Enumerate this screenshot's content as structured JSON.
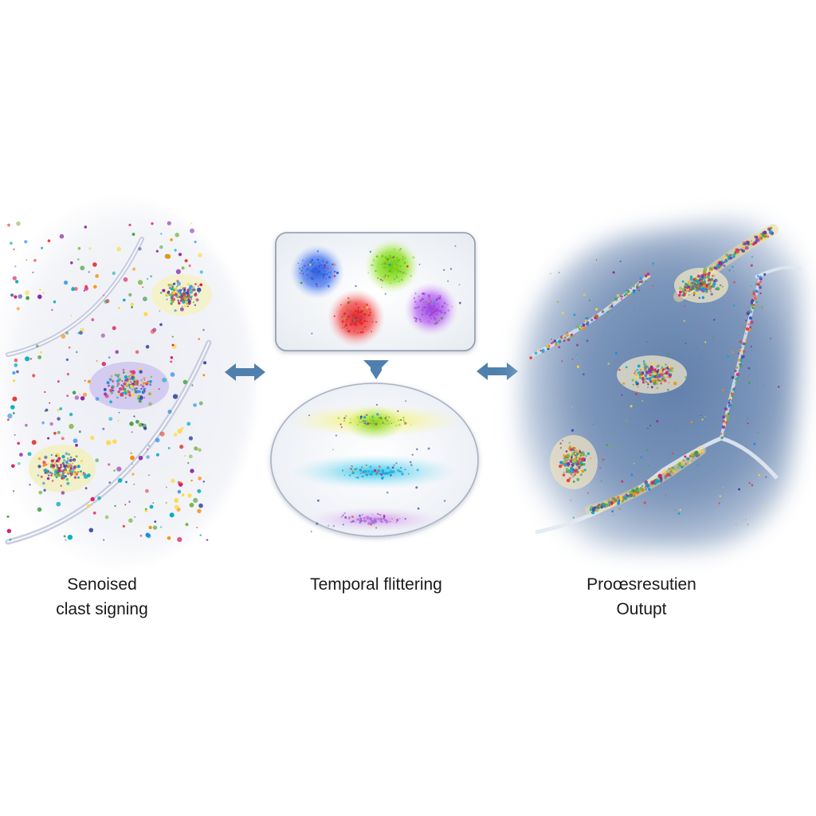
{
  "panels": {
    "left": {
      "caption_line1": "Senoised",
      "caption_line2": "clast signing"
    },
    "middle": {
      "caption": "Temporal flittering"
    },
    "right": {
      "caption_line1": "Proœsresutien",
      "caption_line2": "Outupt"
    }
  },
  "colors": {
    "arrow": "#4f80ad",
    "blob_blue": "#3f6fe6",
    "blob_green": "#88dd22",
    "blob_red": "#ee3a3a",
    "blob_purple": "#b05ee6",
    "band_yellow": "#ecec36",
    "band_cyan": "#2ec4e6",
    "band_violet": "#c78ee8",
    "background_right": "#7e97bb"
  },
  "icons": {
    "left_arrow": "double-headed-arrow",
    "middle_arrow": "down-arrow",
    "right_arrow": "double-headed-arrow"
  }
}
